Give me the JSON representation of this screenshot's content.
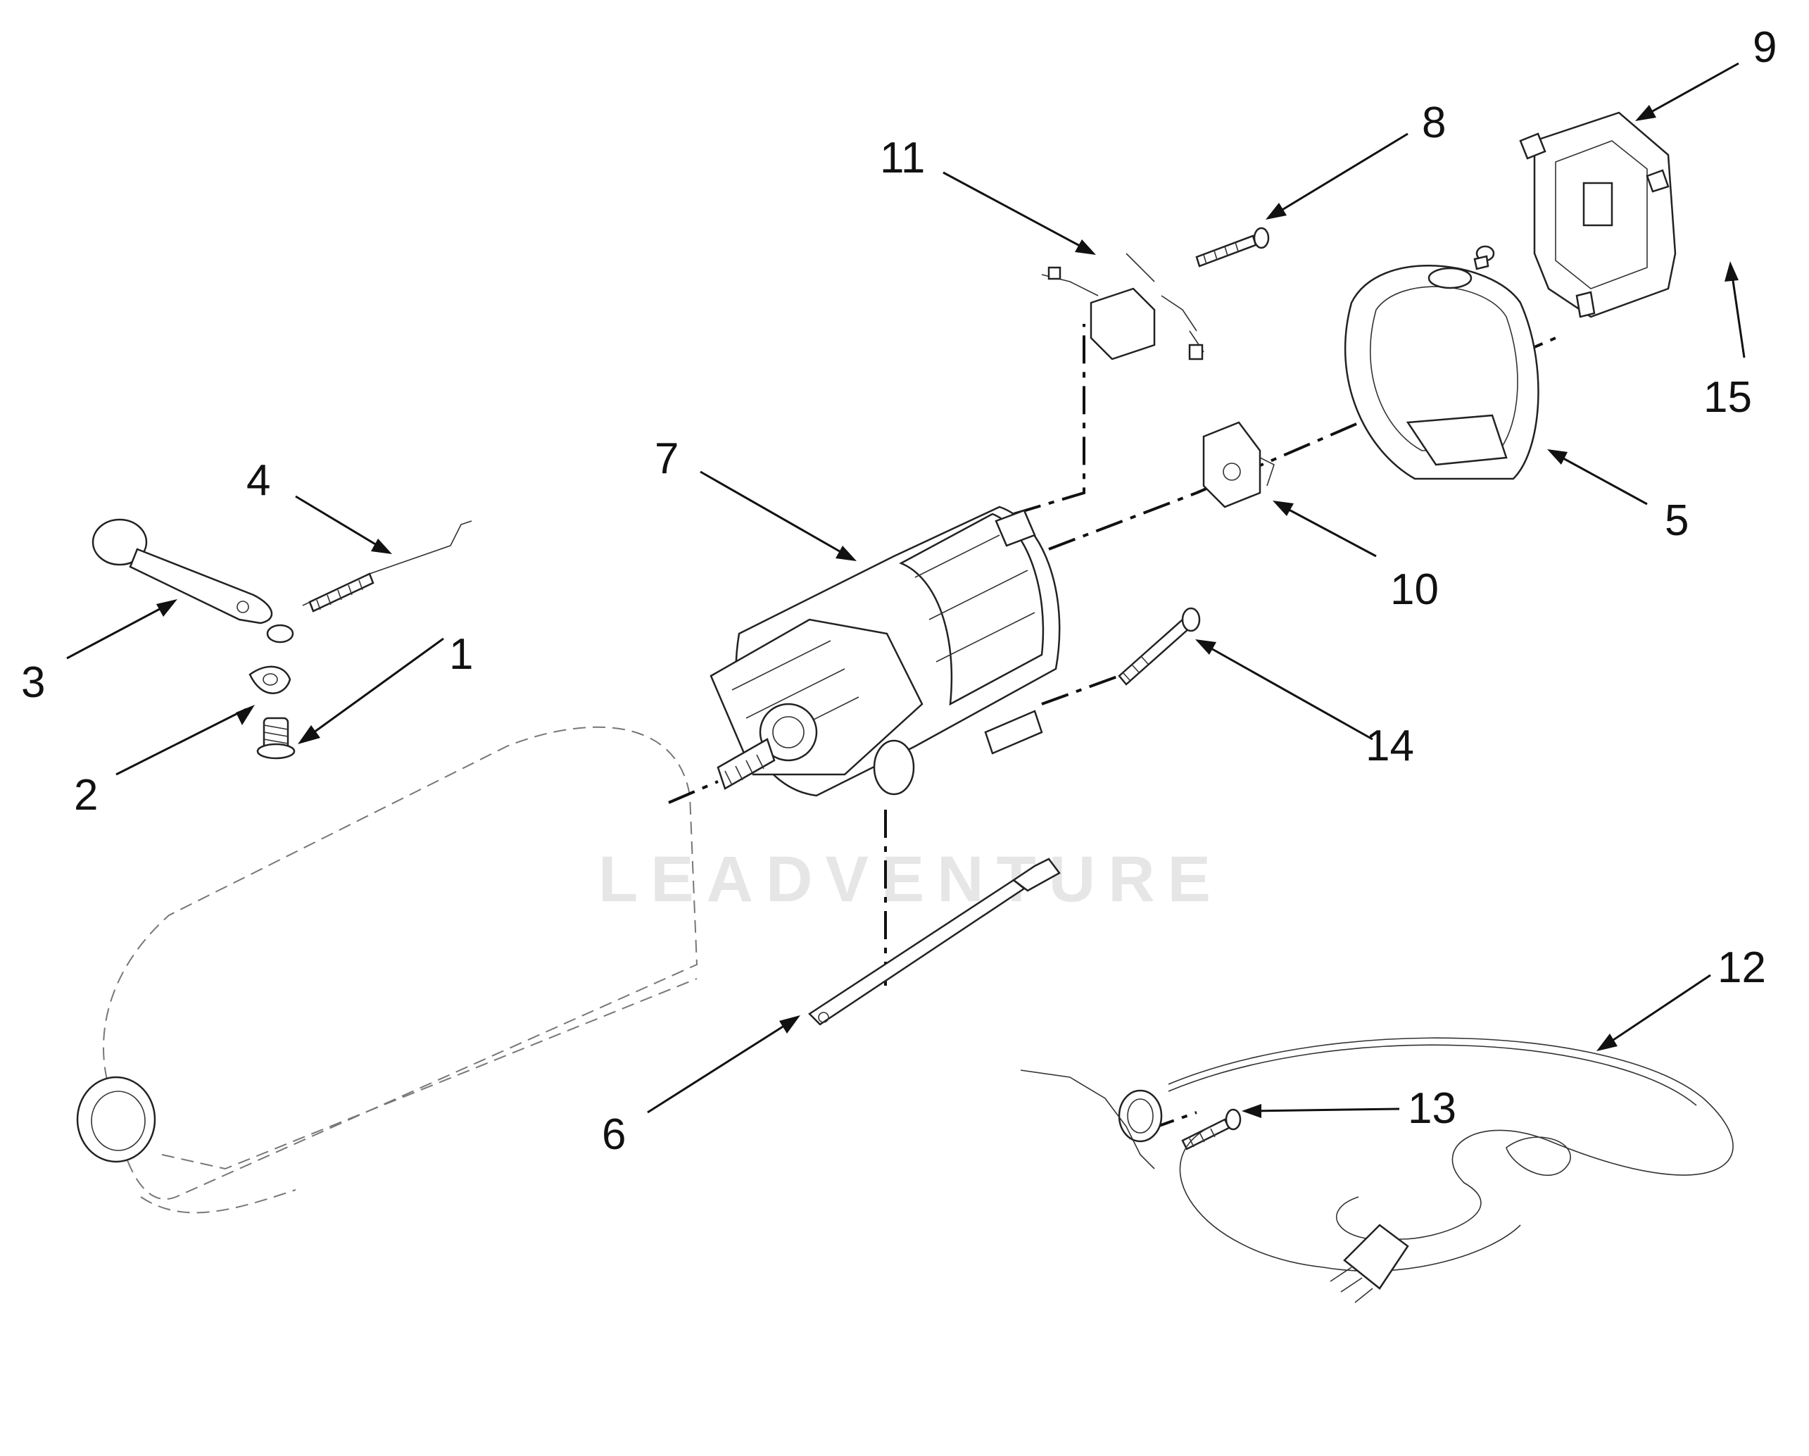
{
  "diagram": {
    "watermark": "LEADVENTURE",
    "callouts": [
      "1",
      "2",
      "3",
      "4",
      "5",
      "6",
      "7",
      "8",
      "9",
      "10",
      "11",
      "12",
      "13",
      "14",
      "15"
    ]
  }
}
